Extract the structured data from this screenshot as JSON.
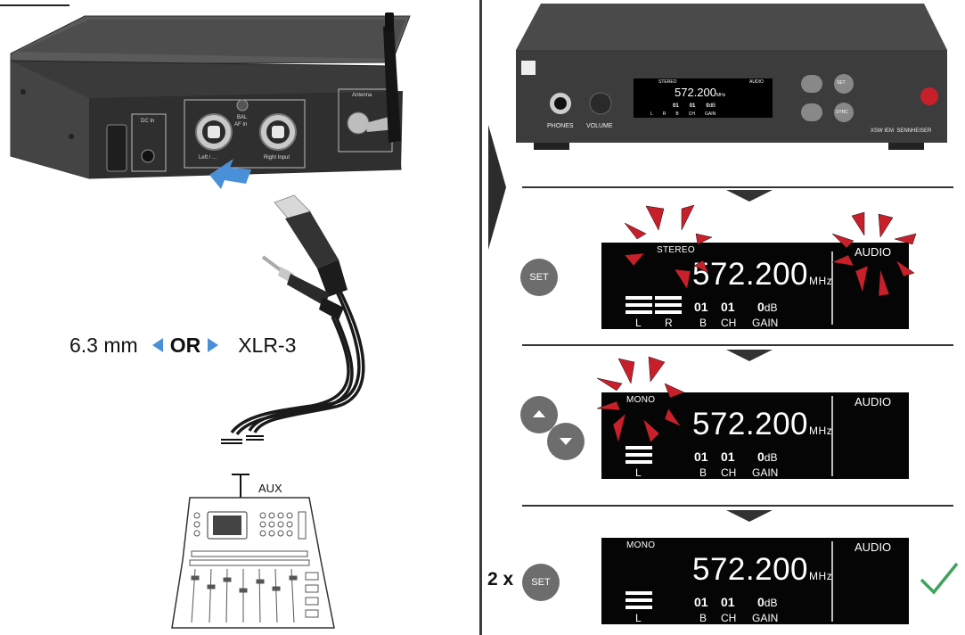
{
  "left_panel": {
    "device_labels": {
      "dc_in": "DC In",
      "bal_af_in": "BAL\nAF In",
      "left_input": "Left / ...",
      "right_input": "Right Input",
      "antenna": "Antenna"
    },
    "connector_choice": {
      "left_label": "6.3 mm",
      "middle_label": "OR",
      "right_label": "XLR-3"
    },
    "mixer_label": "AUX"
  },
  "front_device": {
    "phones_label": "PHONES",
    "volume_label": "VOLUME",
    "mini_display": {
      "mode": "STEREO",
      "freq": "572.200",
      "freq_unit": "MHz",
      "audio": "AUDIO",
      "bank": "01",
      "channel": "01",
      "gain": "0",
      "gain_unit": "dB",
      "l": "L",
      "r": "R",
      "b": "B",
      "ch": "CH",
      "gain_label": "GAIN"
    },
    "set_label": "SET",
    "sync_label": "SYNC",
    "brand": "XSW IEM  SENNHEISER"
  },
  "steps": [
    {
      "button_label": "SET",
      "prefix": "",
      "mode": "STEREO",
      "freq": "572.200",
      "freq_unit": "MHz",
      "audio": "AUDIO",
      "bank": "01",
      "channel": "01",
      "gain": "0",
      "gain_unit": "dB",
      "l": "L",
      "r": "R",
      "b": "B",
      "ch": "CH",
      "gain_label": "GAIN"
    },
    {
      "button_label": "",
      "prefix": "",
      "mode": "MONO",
      "freq": "572.200",
      "freq_unit": "MHz",
      "audio": "AUDIO",
      "bank": "01",
      "channel": "01",
      "gain": "0",
      "gain_unit": "dB",
      "l": "L",
      "b": "B",
      "ch": "CH",
      "gain_label": "GAIN"
    },
    {
      "button_label": "SET",
      "prefix": "2 x",
      "mode": "MONO",
      "freq": "572.200",
      "freq_unit": "MHz",
      "audio": "AUDIO",
      "bank": "01",
      "channel": "01",
      "gain": "0",
      "gain_unit": "dB",
      "l": "L",
      "b": "B",
      "ch": "CH",
      "gain_label": "GAIN"
    }
  ],
  "colors": {
    "highlight_blue": "#4a90d9",
    "flash_red": "#c8202a",
    "check_green": "#3ea35c",
    "button_gray": "#6d6d6d"
  }
}
